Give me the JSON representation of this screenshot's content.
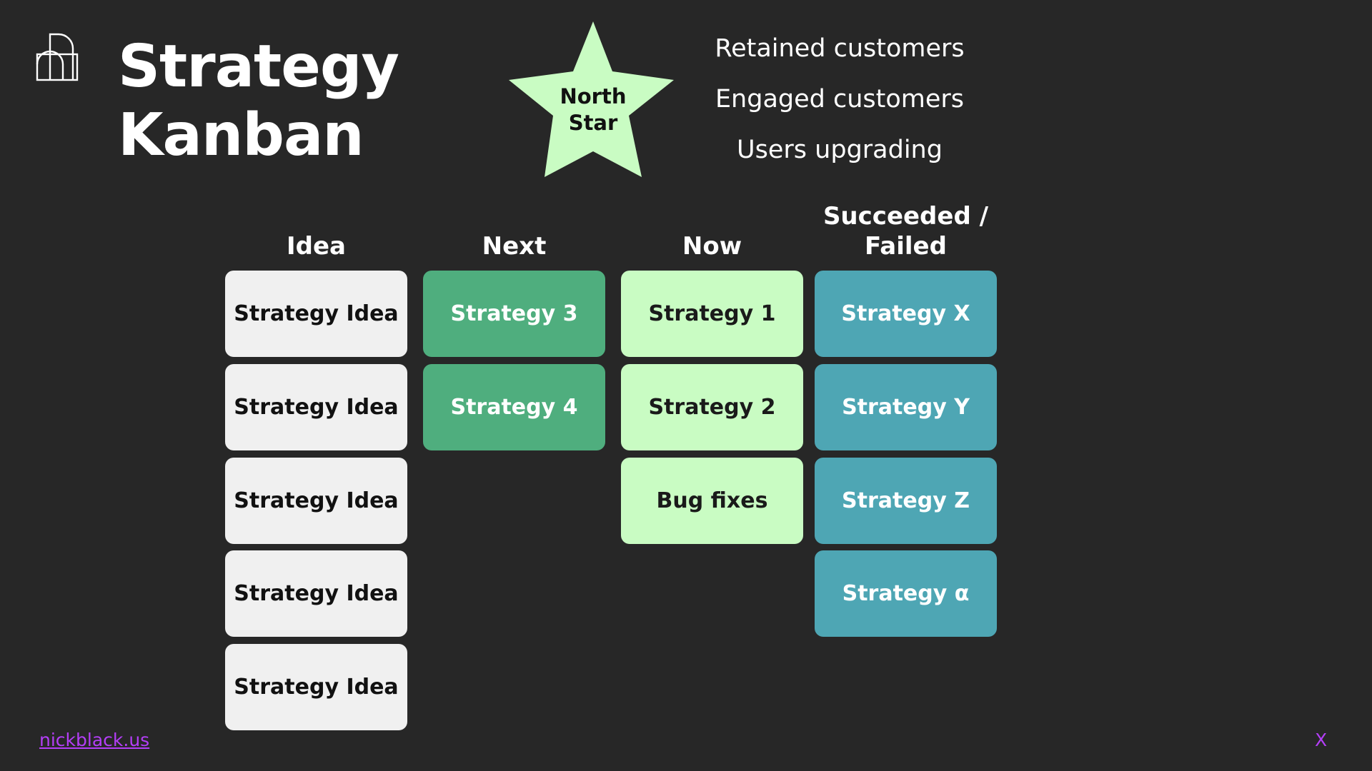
{
  "title": {
    "line1": "Strategy",
    "line2": "Kanban"
  },
  "logo_icon": "building-outline-icon",
  "north_star": {
    "line1": "North",
    "line2": "Star",
    "color": "#c9fcc3"
  },
  "metrics": [
    "Retained customers",
    "Engaged customers",
    "Users upgrading"
  ],
  "columns": [
    {
      "title": [
        "Idea"
      ],
      "color": "#f0f0f0",
      "cards": [
        "Strategy Idea",
        "Strategy Idea",
        "Strategy Idea",
        "Strategy Idea",
        "Strategy Idea"
      ]
    },
    {
      "title": [
        "Next"
      ],
      "color": "#4fae7e",
      "cards": [
        "Strategy 3",
        "Strategy 4"
      ]
    },
    {
      "title": [
        "Now"
      ],
      "color": "#c9fcc3",
      "cards": [
        "Strategy 1",
        "Strategy 2",
        "Bug fixes"
      ]
    },
    {
      "title": [
        "Succeeded /",
        "Failed"
      ],
      "color": "#4ea6b4",
      "cards": [
        "Strategy X",
        "Strategy Y",
        "Strategy Z",
        "Strategy α"
      ]
    }
  ],
  "footer": {
    "link": "nickblack.us",
    "close": "X",
    "accent": "#b43ef7"
  },
  "background": "#272727"
}
